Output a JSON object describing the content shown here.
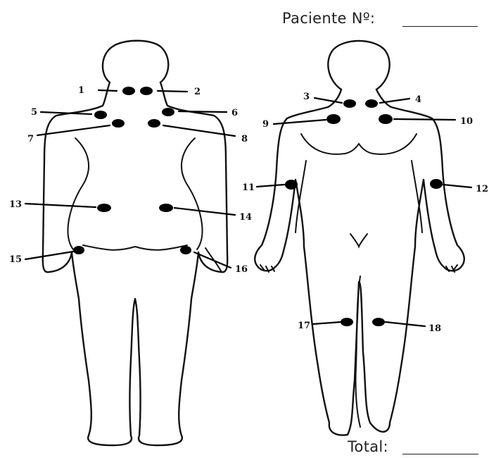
{
  "header": {
    "patient_label": "Paciente Nº:",
    "total_label": "Total:"
  },
  "figures": {
    "back_view": "back",
    "front_view": "front"
  },
  "tender_points": [
    {
      "label": "1",
      "view": "back"
    },
    {
      "label": "2",
      "view": "back"
    },
    {
      "label": "3",
      "view": "front"
    },
    {
      "label": "4",
      "view": "front"
    },
    {
      "label": "5",
      "view": "back"
    },
    {
      "label": "6",
      "view": "back"
    },
    {
      "label": "7",
      "view": "back"
    },
    {
      "label": "8",
      "view": "back"
    },
    {
      "label": "9",
      "view": "front"
    },
    {
      "label": "10",
      "view": "front"
    },
    {
      "label": "11",
      "view": "front"
    },
    {
      "label": "12",
      "view": "front"
    },
    {
      "label": "13",
      "view": "back"
    },
    {
      "label": "14",
      "view": "back"
    },
    {
      "label": "15",
      "view": "back"
    },
    {
      "label": "16",
      "view": "back"
    },
    {
      "label": "17",
      "view": "front"
    },
    {
      "label": "18",
      "view": "front"
    }
  ],
  "colors": {
    "ink": "#111111",
    "background": "#ffffff"
  }
}
